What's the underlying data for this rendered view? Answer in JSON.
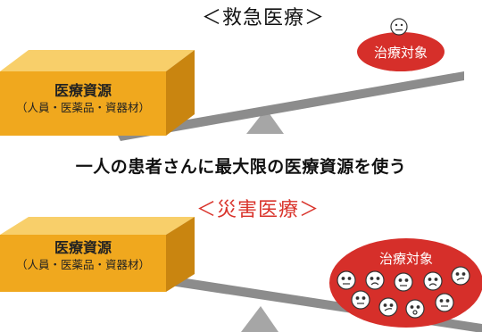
{
  "emergency": {
    "heading": "＜救急医療＞",
    "resource_box": {
      "title": "医療資源",
      "subtitle": "（人員・医薬品・資器材）"
    },
    "patients_label": "治療対象"
  },
  "caption": "一人の患者さんに最大限の医療資源を使う",
  "disaster": {
    "heading": "＜災害医療＞",
    "resource_box": {
      "title": "医療資源",
      "subtitle": "（人員・医薬品・資器材）"
    },
    "patients_label": "治療対象"
  },
  "colors": {
    "box_front": "#f0a81e",
    "box_top": "#f8cf6a",
    "box_side": "#c98510",
    "oval": "#d62f2a",
    "beam": "#8c8c8c",
    "fulcrum": "#a6a6a6",
    "disaster_heading": "#d9332b"
  }
}
